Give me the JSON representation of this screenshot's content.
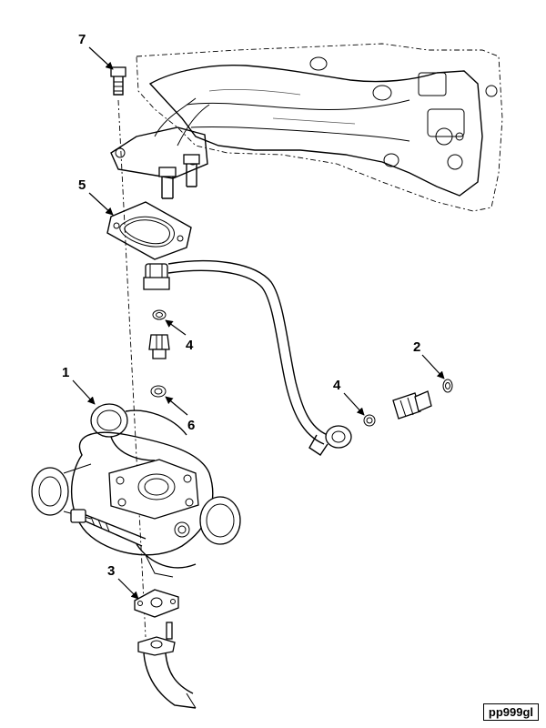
{
  "figure_ref": "pp999gl",
  "callouts": [
    {
      "id": "1",
      "label": "1"
    },
    {
      "id": "2",
      "label": "2"
    },
    {
      "id": "3",
      "label": "3"
    },
    {
      "id": "4a",
      "label": "4"
    },
    {
      "id": "4b",
      "label": "4"
    },
    {
      "id": "5",
      "label": "5"
    },
    {
      "id": "6",
      "label": "6"
    },
    {
      "id": "7",
      "label": "7"
    }
  ]
}
